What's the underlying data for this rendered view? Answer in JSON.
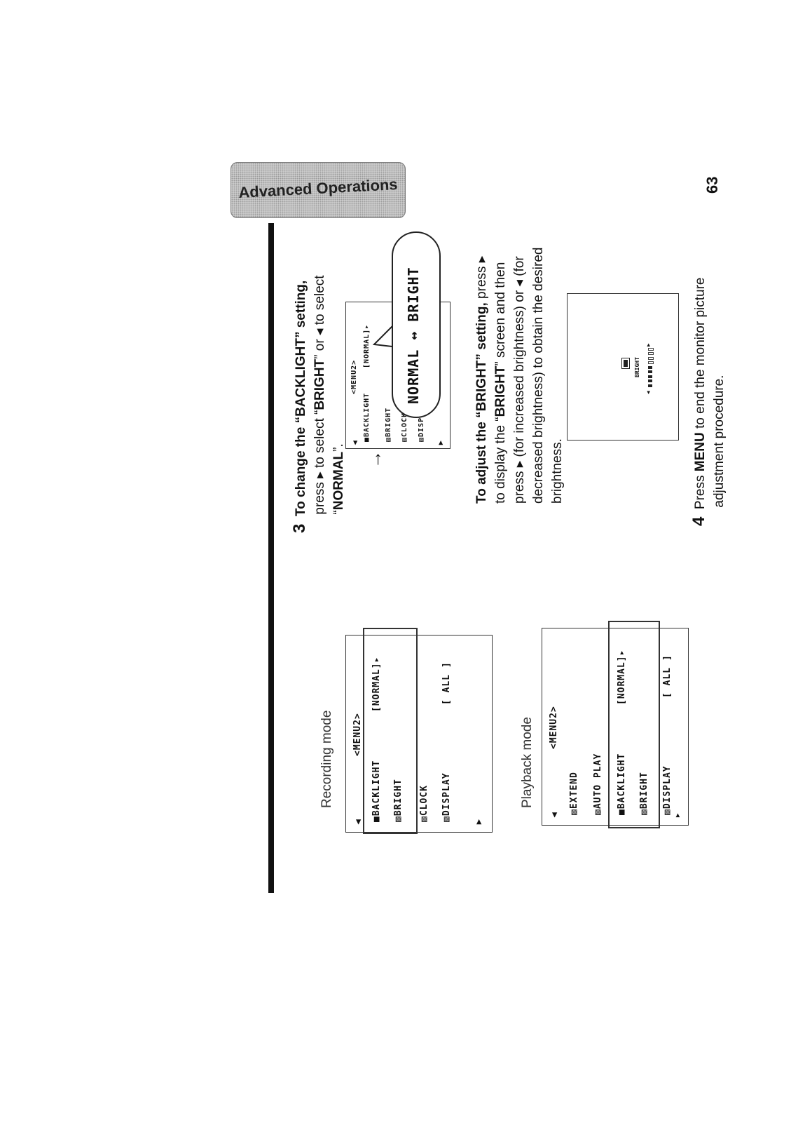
{
  "header": {
    "title": "Advanced Operations",
    "page_number": "63"
  },
  "step3": {
    "number": "3",
    "line1": "To change the “BACKLIGHT” setting,",
    "line2_a": "press ▸ to select “",
    "line2_b": "BRIGHT",
    "line2_c": "” or ◂ to select",
    "line3_a": "“",
    "line3_b": "NORMAL",
    "line3_c": "”."
  },
  "menu_small": {
    "arrow_up": "◂",
    "title": "<MENU2>",
    "items": [
      "■BACKLIGHT",
      "▧BRIGHT",
      "▧CLOCK",
      "▧DISPLAY"
    ],
    "backlight_value": "[NORMAL]▸",
    "arrow_down": "▸",
    "pointer": "→"
  },
  "bubble": {
    "text": "NORMAL ↔ BRIGHT"
  },
  "adjust": {
    "l1_a": "To adjust the “BRIGHT” setting,",
    "l1_b": " press ▸",
    "l2_a": "to display the “",
    "l2_b": "BRIGHT",
    "l2_c": "” screen and then",
    "l3": "press ▸ (for increased brightness) or ◂ (for",
    "l4": "decreased brightness) to obtain the desired",
    "l5": "brightness."
  },
  "bright_screen": {
    "label": "BRIGHT",
    "left": "◂",
    "right": "▸",
    "level": 0.55
  },
  "step4": {
    "number": "4",
    "line1_a": "Press ",
    "line1_b": "MENU",
    "line1_c": " to end the monitor picture",
    "line2": "adjustment procedure."
  },
  "recording": {
    "caption": "Recording mode",
    "arrow_up": "◂",
    "title": "<MENU2>",
    "items": [
      "■BACKLIGHT",
      "▧BRIGHT",
      "▧CLOCK",
      "▧DISPLAY"
    ],
    "backlight_value": "[NORMAL]▸",
    "display_value": "[ ALL  ]",
    "arrow_down": "▸"
  },
  "playback": {
    "caption": "Playback mode",
    "arrow_up": "◂",
    "title": "<MENU2>",
    "items": [
      "▧EXTEND",
      "▧AUTO PLAY",
      "■BACKLIGHT",
      "▧BRIGHT",
      "▧DISPLAY"
    ],
    "backlight_value": "[NORMAL]▸",
    "display_value": "[ ALL  ]",
    "arrow_down": "▸"
  }
}
